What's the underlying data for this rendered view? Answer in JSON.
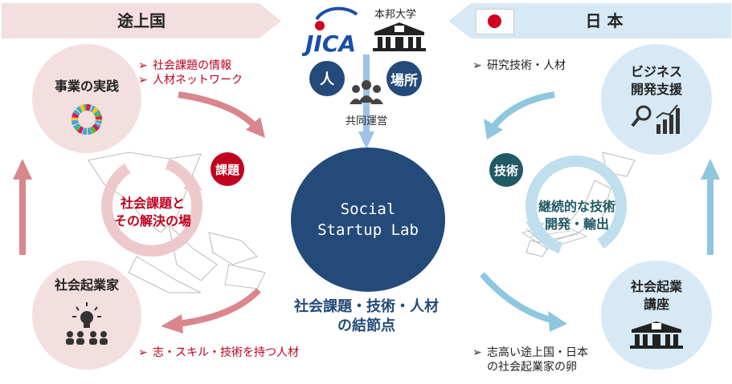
{
  "left_header": "途上国",
  "right_header": "日 本",
  "top": {
    "university": "本邦大学",
    "person": "人",
    "place": "場所",
    "joint": "共同運営"
  },
  "left": {
    "practice": "事業の実践",
    "entrepreneur": "社会起業家",
    "bullets_top": [
      "社会課題の情報",
      "人材ネットワーク"
    ],
    "bullet_bottom": "志・スキル・技術を持つ人材",
    "issue_badge": "課題",
    "cycle_line1": "社会課題と",
    "cycle_line2": "その解決の場"
  },
  "right": {
    "biz_line1": "ビジネス",
    "biz_line2": "開発支援",
    "course_line1": "社会起業",
    "course_line2": "講座",
    "bullet_top": "研究技術・人材",
    "bullet_bottom_line1": "志高い途上国・日本",
    "bullet_bottom_line2": "の社会起業家の卵",
    "tech_badge": "技術",
    "cycle_line1": "継続的な技術",
    "cycle_line2": "開発・輸出"
  },
  "center": {
    "line1": "Social",
    "line2": "Startup Lab",
    "caption1": "社会課題・技術・人材",
    "caption2": "の結節点"
  },
  "colors": {
    "left_pink": "#f3dfe0",
    "left_arrow": "#d9868c",
    "dark_red": "#c0001e",
    "navy": "#244a7a",
    "right_blue": "#d6e9f4",
    "right_arrow": "#8fc7df",
    "teal": "#205a66"
  }
}
